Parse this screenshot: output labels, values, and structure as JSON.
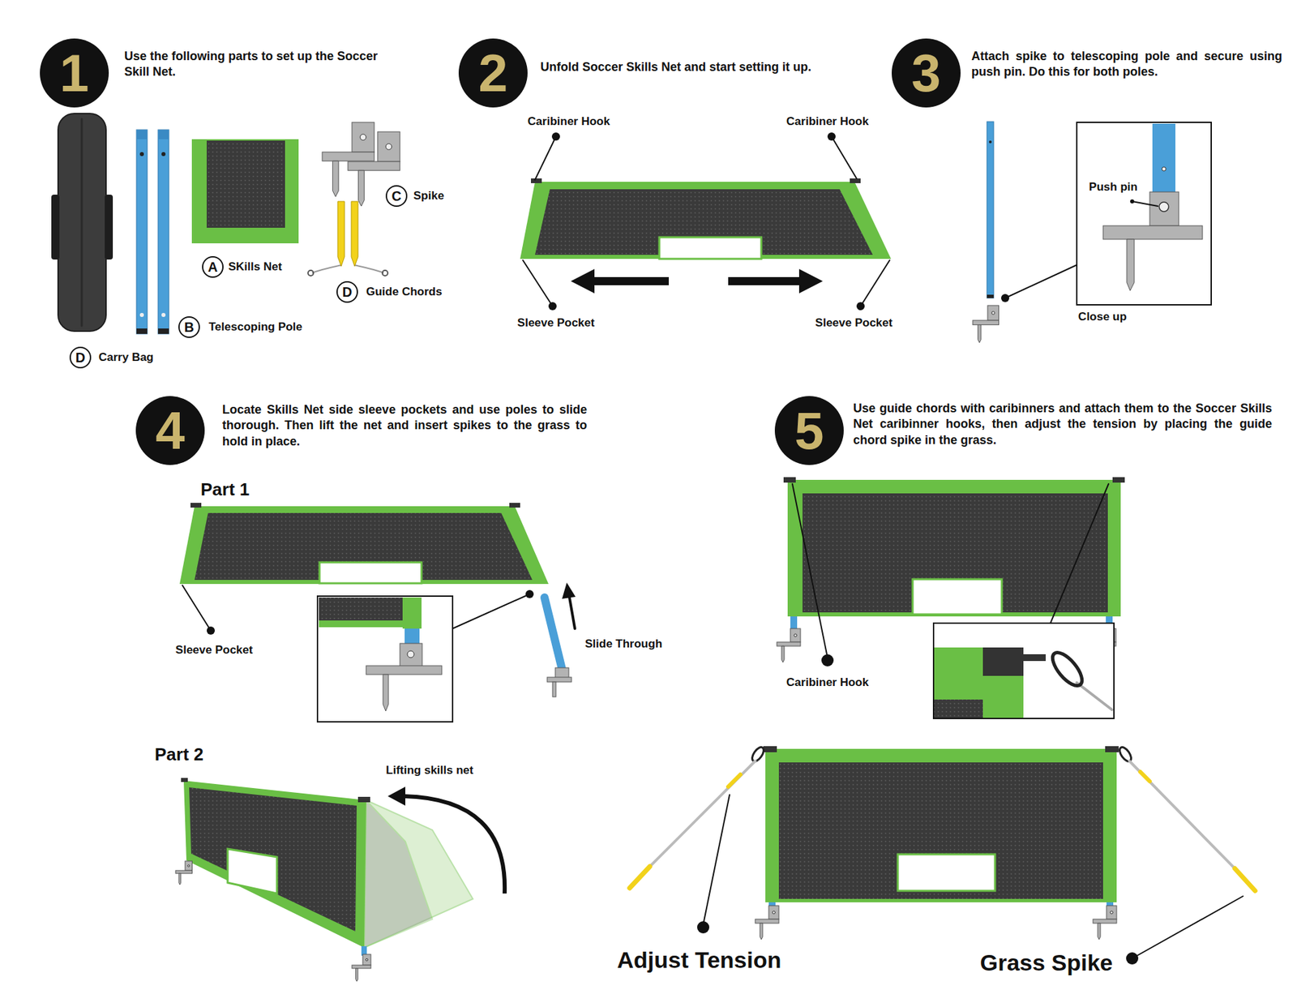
{
  "diagram": {
    "nodes": [
      {
        "text": [
          "1"
        ]
      },
      {
        "text": [
          "A"
        ]
      },
      {
        "text": [
          "B"
        ]
      },
      {
        "text": [
          "C"
        ]
      },
      {
        "text": [
          "D"
        ]
      },
      {
        "text": [
          "D"
        ]
      },
      {
        "text": [
          "2"
        ]
      },
      {
        "text": [
          "3"
        ]
      },
      {
        "text": [
          "4"
        ]
      },
      {
        "text": [
          "5"
        ]
      }
    ],
    "labels": [
      "Use the following parts to set up the Soccer Skill Net.",
      "SKills Net",
      "Telescoping Pole",
      "Spike",
      "Guide Chords",
      "Carry Bag",
      "Unfold Soccer Skills Net and start setting it up.",
      "Caribiner Hook",
      "Caribiner Hook",
      "Sleeve Pocket",
      "Sleeve Pocket",
      "Attach spike to telescoping pole and secure using push pin. Do this for both poles.",
      "Push pin",
      "Close up",
      "Locate Skills Net side sleeve pockets and use poles to slide thorough. Then lift the net and insert spikes to the grass to hold in place.",
      "Part 1",
      "Sleeve Pocket",
      "Slide Through",
      "Part 2",
      "Lifting skills net",
      "Use guide chords with caribinners and attach them to the Soccer Skills Net caribinner hooks, then adjust the tension by placing the guide chord spike in the grass.",
      "Caribiner Hook",
      "Adjust Tension",
      "Grass Spike"
    ]
  }
}
